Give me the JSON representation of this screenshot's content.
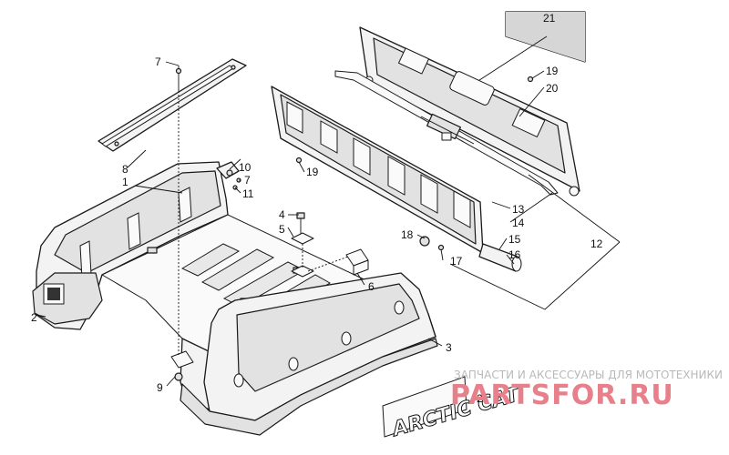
{
  "callouts": [
    {
      "id": "c1",
      "label": "1"
    },
    {
      "id": "c2",
      "label": "2"
    },
    {
      "id": "c3",
      "label": "3"
    },
    {
      "id": "c4",
      "label": "4"
    },
    {
      "id": "c5",
      "label": "5"
    },
    {
      "id": "c6",
      "label": "6"
    },
    {
      "id": "c7a",
      "label": "7"
    },
    {
      "id": "c7b",
      "label": "7"
    },
    {
      "id": "c8",
      "label": "8"
    },
    {
      "id": "c9",
      "label": "9"
    },
    {
      "id": "c10",
      "label": "10"
    },
    {
      "id": "c11",
      "label": "11"
    },
    {
      "id": "c12",
      "label": "12"
    },
    {
      "id": "c13",
      "label": "13"
    },
    {
      "id": "c14",
      "label": "14"
    },
    {
      "id": "c15",
      "label": "15"
    },
    {
      "id": "c16",
      "label": "16"
    },
    {
      "id": "c17",
      "label": "17"
    },
    {
      "id": "c18",
      "label": "18"
    },
    {
      "id": "c19a",
      "label": "19"
    },
    {
      "id": "c19b",
      "label": "19"
    },
    {
      "id": "c20",
      "label": "20"
    },
    {
      "id": "c21a",
      "label": "21"
    },
    {
      "id": "c21b",
      "label": "21"
    }
  ],
  "decal_brand": "ARCTIC CAT",
  "watermark": {
    "caption": "ЗАПЧАСТИ И АКСЕССУАРЫ ДЛЯ МОТОТЕХНИКИ",
    "site": "PARTSFOR.RU"
  }
}
